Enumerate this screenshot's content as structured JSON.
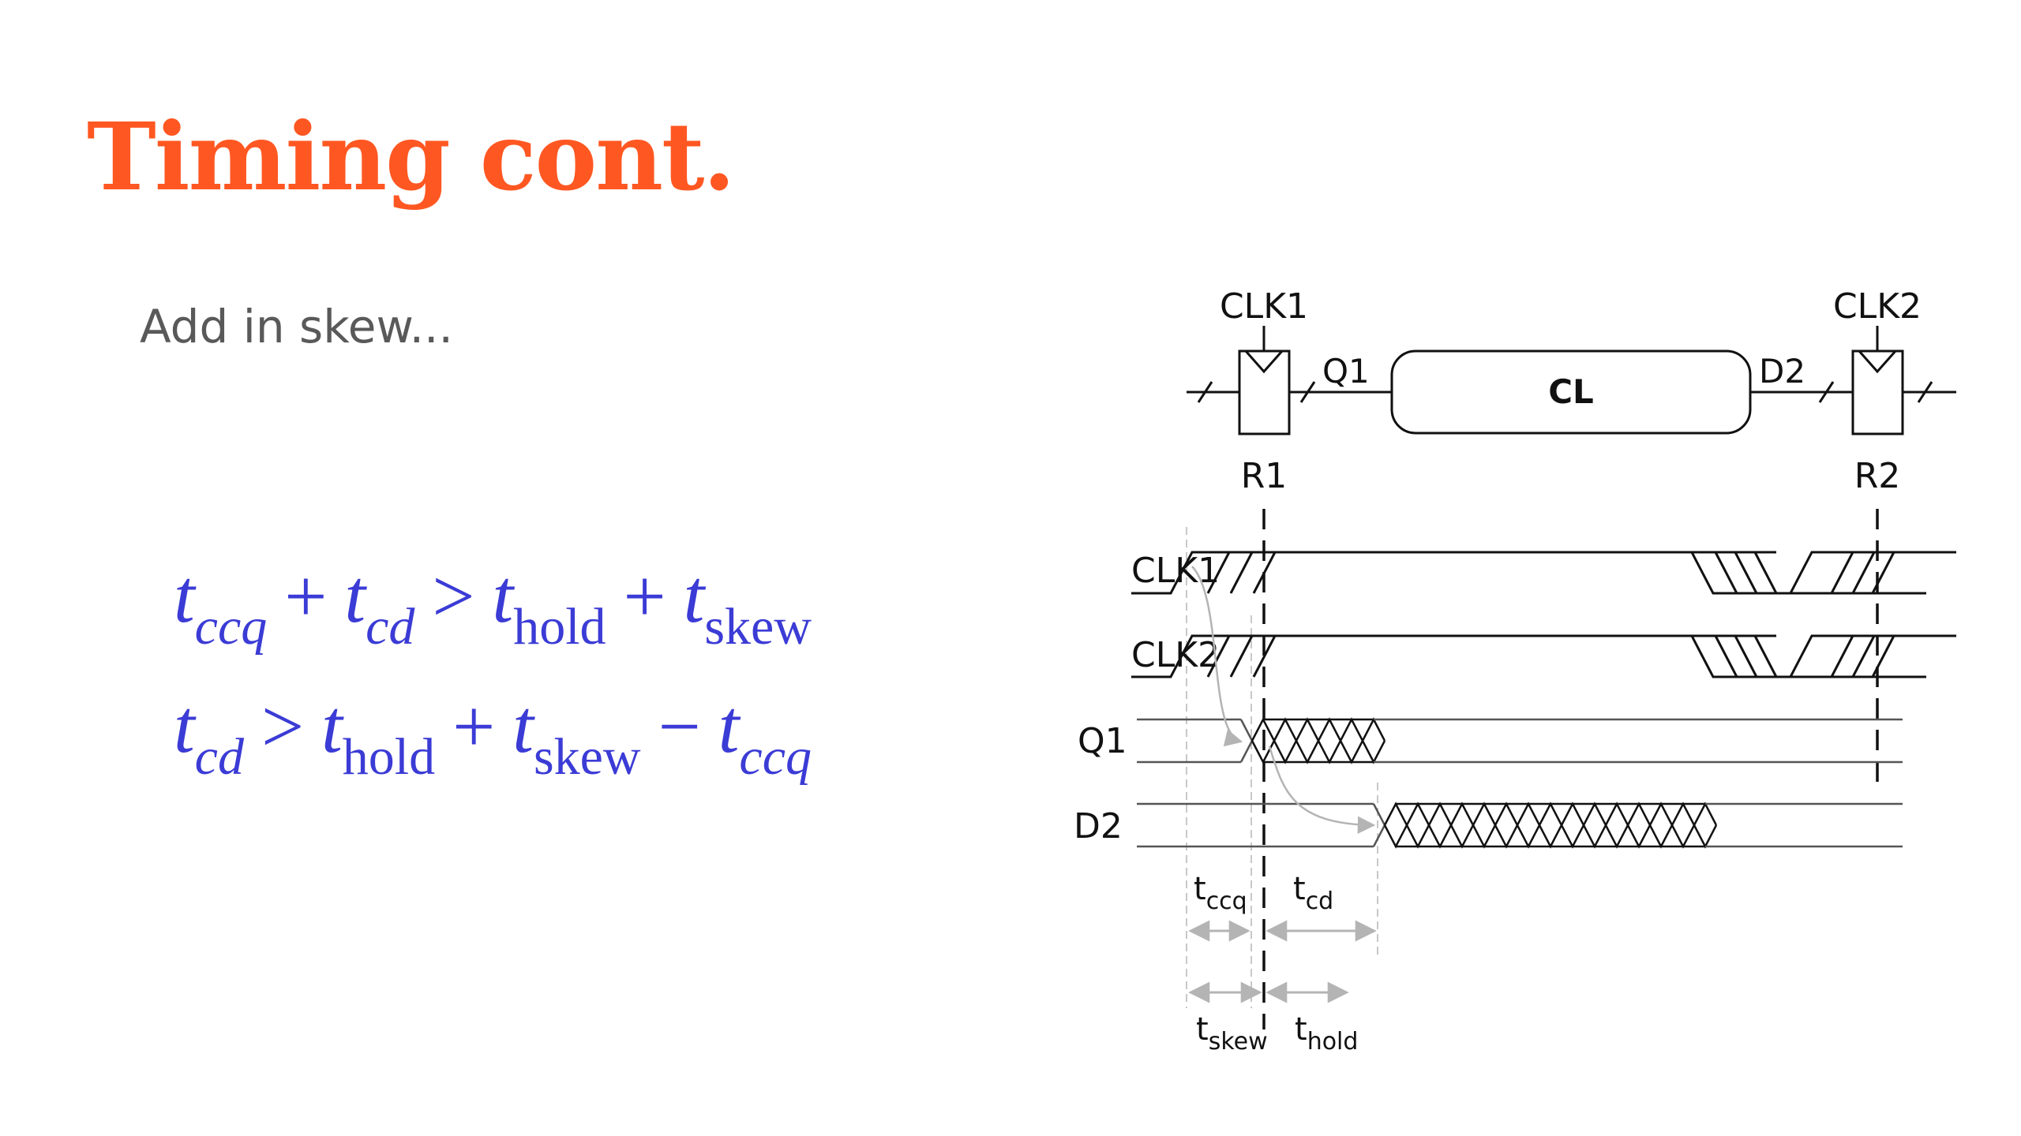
{
  "title": "Timing cont.",
  "subtitle": "Add in skew...",
  "equations": {
    "t": "t",
    "plus": "+",
    "gt": ">",
    "minus": "−",
    "ccq": "ccq",
    "cd": "cd",
    "hold": "hold",
    "skew": "skew"
  },
  "diagram": {
    "clk1": "CLK1",
    "clk2": "CLK2",
    "q1": "Q1",
    "d2": "D2",
    "cl": "CL",
    "r1": "R1",
    "r2": "R2",
    "t": "t",
    "ccq": "ccq",
    "cd": "cd",
    "skew": "skew",
    "hold": "hold"
  },
  "colors": {
    "title": "#ff5722",
    "subtitle": "#595959",
    "equation": "#3b3bd6"
  }
}
